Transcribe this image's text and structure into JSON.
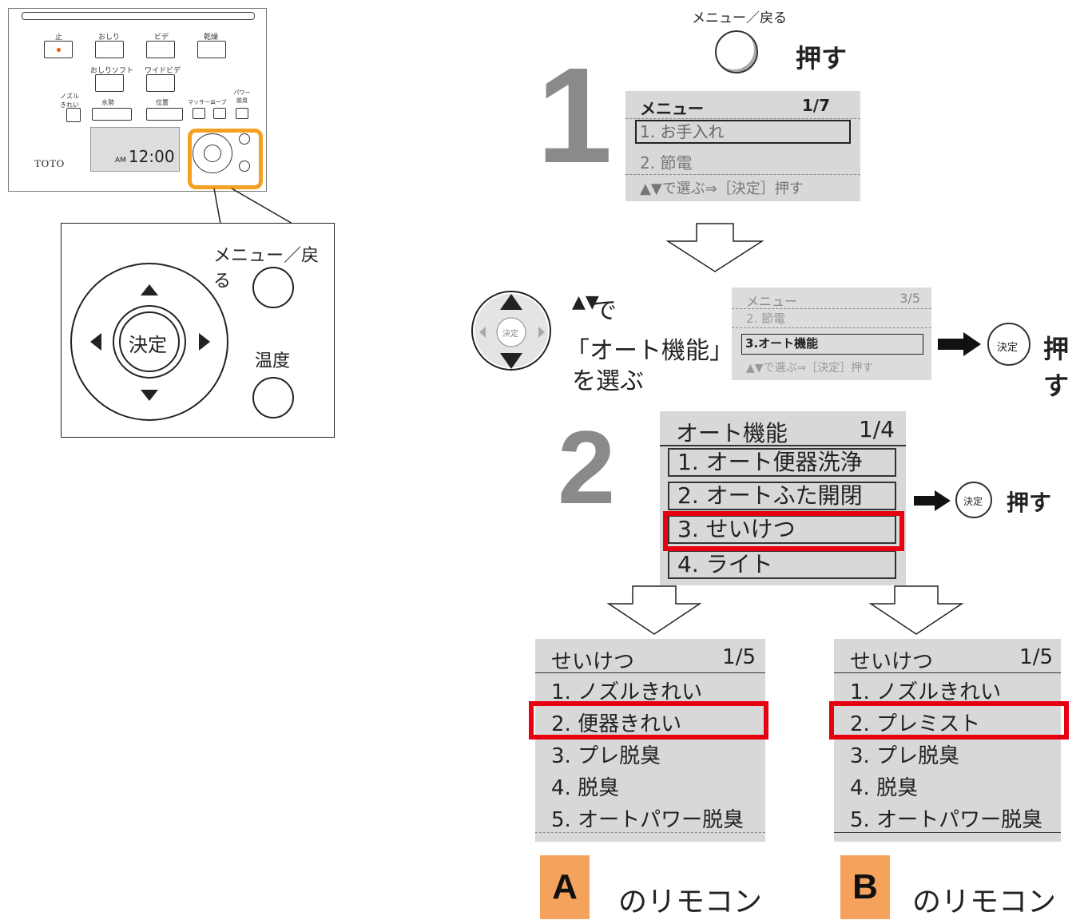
{
  "remote": {
    "brand": "TOTO",
    "clock": "12:00",
    "ampm": "AM",
    "buttons": {
      "stop": "止",
      "oshiri": "おしり",
      "bidet": "ビデ",
      "dry": "乾燥",
      "oshiri_soft": "おしりソフト",
      "wide_bidet": "ワイドビデ",
      "nozzle_clean": "ノズル きれい",
      "water_pressure": "水勢",
      "position": "位置",
      "massage": "マッサージ",
      "move": "ムーブ",
      "power_deodor": "パワー 脱臭"
    }
  },
  "zoom": {
    "menu_back": "メニュー／戻る",
    "enter": "決定",
    "temperature": "温度"
  },
  "step1": {
    "number": "1",
    "button_caption": "メニュー／戻る",
    "press": "押す",
    "screen": {
      "title": "メニュー",
      "page": "1/7",
      "items": [
        "1. お手入れ",
        "2. 節電"
      ],
      "hint": "▲▼で選ぶ⇒［決定］押す"
    }
  },
  "substep": {
    "select_icon": "▲▼",
    "de": "で",
    "select_line1": "「オート機能」",
    "select_line2": "を選ぶ",
    "enter_small": "決定",
    "screen": {
      "title": "メニュー",
      "page": "3/5",
      "items": [
        "2. 節電",
        "3.オート機能"
      ],
      "hint": "▲▼で選ぶ⇒［決定］押す"
    },
    "enter_label": "決定",
    "press": "押す"
  },
  "step2": {
    "number": "2",
    "screen": {
      "title": "オート機能",
      "page": "1/4",
      "items": [
        "1. オート便器洗浄",
        "2. オートふた開閉",
        "3. せいけつ",
        "4. ライト"
      ]
    },
    "enter_label": "決定",
    "press": "押す"
  },
  "result_a": {
    "title": "せいけつ",
    "page": "1/5",
    "items": [
      "1. ノズルきれい",
      "2. 便器きれい",
      "3. プレ脱臭",
      "4. 脱臭",
      "5. オートパワー脱臭"
    ],
    "badge": "A",
    "caption": "のリモコン"
  },
  "result_b": {
    "title": "せいけつ",
    "page": "1/5",
    "items": [
      "1. ノズルきれい",
      "2. プレミスト",
      "3. プレ脱臭",
      "4. 脱臭",
      "5. オートパワー脱臭"
    ],
    "badge": "B",
    "caption": "のリモコン"
  },
  "colors": {
    "highlight_red": "#e60012",
    "orange": "#f5a020",
    "badge_orange": "#f5a25d",
    "screen_gray": "#d8d8d8"
  }
}
